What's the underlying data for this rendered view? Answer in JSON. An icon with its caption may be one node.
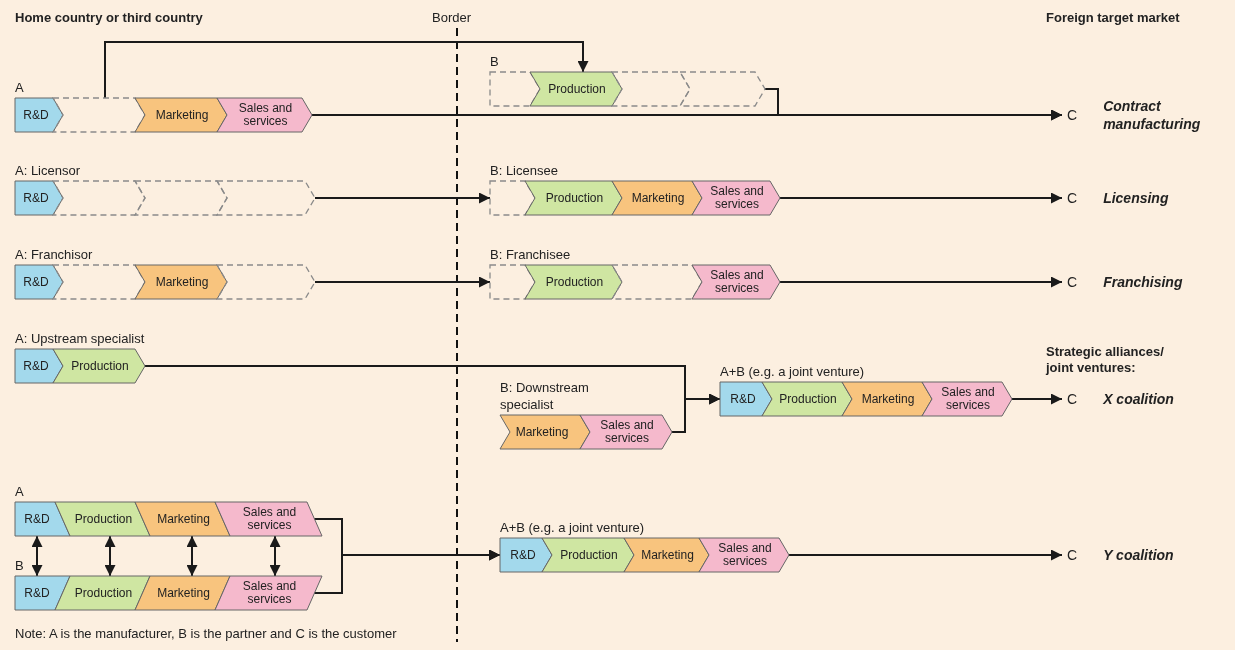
{
  "diagram": {
    "nodes": [
      {
        "text": [
          "A"
        ]
      },
      {
        "text": [
          "R&D"
        ],
        "in": 0
      },
      {
        "text": [],
        "shape": "chevron",
        "in": 0
      },
      {
        "text": [
          "Marketing"
        ],
        "in": 0
      },
      {
        "text": [
          "Sales and services"
        ],
        "in": 0
      },
      {
        "text": [
          "B"
        ]
      },
      {
        "text": [],
        "shape": "chevron",
        "in": 5
      },
      {
        "text": [
          "Production"
        ],
        "in": 5
      },
      {
        "text": [],
        "shape": "chevron",
        "in": 5
      },
      {
        "text": [],
        "shape": "chevron",
        "in": 5
      },
      {
        "text": [
          "C"
        ],
        "beside": [
          "Contract manufacturing"
        ]
      },
      {
        "text": [
          "A: Licensor"
        ]
      },
      {
        "text": [
          "R&D"
        ],
        "in": 11
      },
      {
        "text": [],
        "shape": "chevron",
        "in": 11
      },
      {
        "text": [],
        "shape": "chevron",
        "in": 11
      },
      {
        "text": [],
        "shape": "chevron",
        "in": 11
      },
      {
        "text": [
          "B: Licensee"
        ]
      },
      {
        "text": [],
        "shape": "chevron",
        "in": 16
      },
      {
        "text": [
          "Production"
        ],
        "in": 16
      },
      {
        "text": [
          "Marketing"
        ],
        "in": 16
      },
      {
        "text": [
          "Sales and services"
        ],
        "in": 16
      },
      {
        "text": [
          "C"
        ],
        "beside": [
          "Licensing"
        ]
      },
      {
        "text": [
          "A: Franchisor"
        ]
      },
      {
        "text": [
          "R&D"
        ],
        "in": 22
      },
      {
        "text": [],
        "shape": "chevron",
        "in": 22
      },
      {
        "text": [
          "Marketing"
        ],
        "in": 22
      },
      {
        "text": [],
        "shape": "chevron",
        "in": 22
      },
      {
        "text": [
          "B: Franchisee"
        ]
      },
      {
        "text": [],
        "shape": "chevron",
        "in": 27
      },
      {
        "text": [
          "Production"
        ],
        "in": 27
      },
      {
        "text": [],
        "shape": "chevron",
        "in": 27
      },
      {
        "text": [
          "Sales and services"
        ],
        "in": 27
      },
      {
        "text": [
          "C"
        ],
        "beside": [
          "Franchising"
        ]
      },
      {
        "text": [
          "A: Upstream specialist"
        ]
      },
      {
        "text": [
          "R&D"
        ],
        "in": 33
      },
      {
        "text": [
          "Production"
        ],
        "in": 33
      },
      {
        "text": [
          "B: Downstream specialist"
        ]
      },
      {
        "text": [
          "Marketing"
        ],
        "in": 36
      },
      {
        "text": [
          "Sales and services"
        ],
        "in": 36
      },
      {
        "text": [
          "A+B (e.g. a joint venture)"
        ]
      },
      {
        "text": [
          "R&D"
        ],
        "in": 39
      },
      {
        "text": [
          "Production"
        ],
        "in": 39
      },
      {
        "text": [
          "Marketing"
        ],
        "in": 39
      },
      {
        "text": [
          "Sales and services"
        ],
        "in": 39
      },
      {
        "text": [
          "C"
        ],
        "beside": [
          "X coalition"
        ]
      },
      {
        "text": [
          "A"
        ]
      },
      {
        "text": [
          "R&D"
        ],
        "in": 45
      },
      {
        "text": [
          "Production"
        ],
        "in": 45
      },
      {
        "text": [
          "Marketing"
        ],
        "in": 45
      },
      {
        "text": [
          "Sales and services"
        ],
        "in": 45
      },
      {
        "text": [
          "B"
        ]
      },
      {
        "text": [
          "R&D"
        ],
        "in": 50
      },
      {
        "text": [
          "Production"
        ],
        "in": 50
      },
      {
        "text": [
          "Marketing"
        ],
        "in": 50
      },
      {
        "text": [
          "Sales and services"
        ],
        "in": 50
      },
      {
        "text": [
          "A+B (e.g. a joint venture)"
        ]
      },
      {
        "text": [
          "R&D"
        ],
        "in": 55
      },
      {
        "text": [
          "Production"
        ],
        "in": 55
      },
      {
        "text": [
          "Marketing"
        ],
        "in": 55
      },
      {
        "text": [
          "Sales and services"
        ],
        "in": 55
      },
      {
        "text": [
          "C"
        ],
        "beside": [
          "Y coalition"
        ]
      }
    ],
    "edges": [
      {
        "from": 2,
        "to": 7,
        "arrow": "to"
      },
      {
        "from": 4,
        "to": 10,
        "arrow": "to"
      },
      {
        "from": 9,
        "to": 10,
        "arrow": "to"
      },
      {
        "from": 15,
        "to": 17,
        "arrow": "to"
      },
      {
        "from": 20,
        "to": 21,
        "arrow": "to"
      },
      {
        "from": 26,
        "to": 28,
        "arrow": "to"
      },
      {
        "from": 31,
        "to": 32,
        "arrow": "to"
      },
      {
        "from": 35,
        "to": 40,
        "arrow": "to"
      },
      {
        "from": 38,
        "to": 40,
        "arrow": "to"
      },
      {
        "from": 43,
        "to": 44,
        "arrow": "to"
      },
      {
        "from": 46,
        "to": 51,
        "arrow": "both"
      },
      {
        "from": 47,
        "to": 52,
        "arrow": "both"
      },
      {
        "from": 48,
        "to": 53,
        "arrow": "both"
      },
      {
        "from": 49,
        "to": 54,
        "arrow": "both"
      },
      {
        "from": 49,
        "to": 56,
        "arrow": "to"
      },
      {
        "from": 54,
        "to": 56,
        "arrow": "to"
      },
      {
        "from": 59,
        "to": 60,
        "arrow": "to"
      }
    ],
    "labels": [
      "Home country or third country",
      "Border",
      "Foreign target market",
      "Strategic alliances/ joint ventures:",
      "Note: A is the manufacturer, B is the partner and C is the customer"
    ]
  }
}
